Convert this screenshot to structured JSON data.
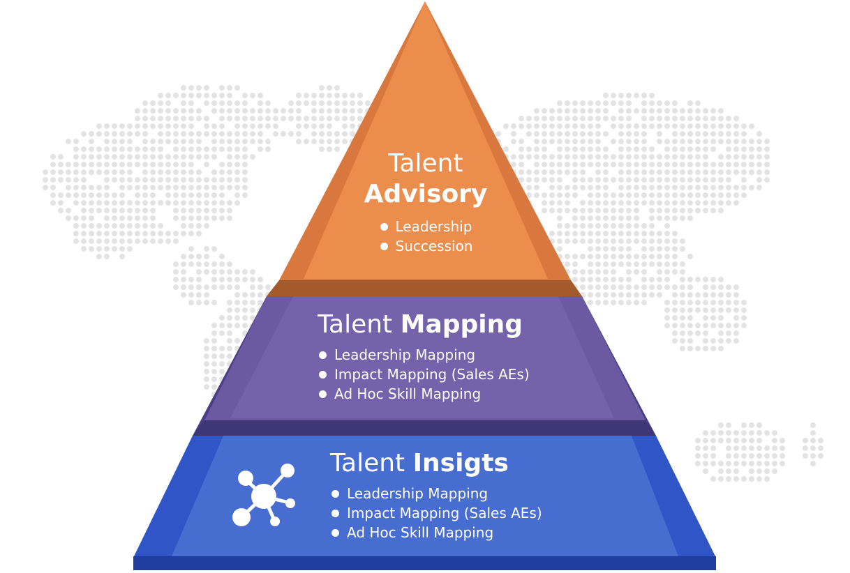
{
  "diagram": {
    "tiers": [
      {
        "title_light": "Talent",
        "title_bold": "Advisory",
        "items": [
          "Leadership",
          "Succession"
        ],
        "color": "#E8894A"
      },
      {
        "title_light": "Talent",
        "title_bold": "Mapping",
        "items": [
          "Leadership Mapping",
          "Impact Mapping (Sales AEs)",
          "Ad Hoc Skill Mapping"
        ],
        "color": "#6F5BA3"
      },
      {
        "title_light": "Talent",
        "title_bold": "Insigts",
        "items": [
          "Leadership Mapping",
          "Impact Mapping (Sales AEs)",
          "Ad Hoc Skill Mapping"
        ],
        "color": "#3A64CC"
      }
    ],
    "background": {
      "icon": "world-map-dots",
      "dot_color": "#E3E3E3"
    },
    "icon": "network-nodes-icon"
  }
}
